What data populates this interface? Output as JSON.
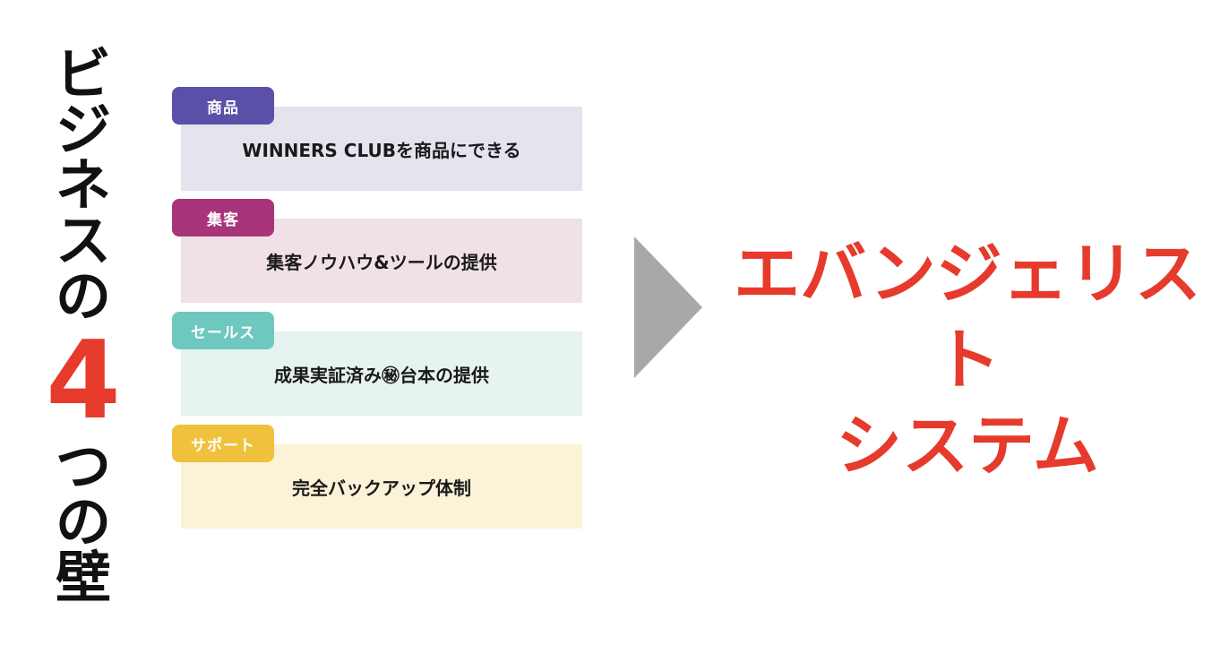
{
  "left_title": {
    "chars_top": [
      "ビ",
      "ジ",
      "ネ",
      "ス",
      "の"
    ],
    "big_number": "4",
    "chars_bottom": [
      "つ",
      "の",
      "壁"
    ]
  },
  "cards": [
    {
      "tag": "商品",
      "text": "WINNERS CLUBを商品にできる",
      "tag_color": "#5b50a8",
      "bg_color": "#e4e3ee"
    },
    {
      "tag": "集客",
      "text": "集客ノウハウ&ツールの提供",
      "tag_color": "#a8357a",
      "bg_color": "#f0e0e8"
    },
    {
      "tag": "セールス",
      "text": "成果実証済み㊙台本の提供",
      "tag_color": "#6ec8bf",
      "bg_color": "#e6f3f0"
    },
    {
      "tag": "サポート",
      "text": "完全バックアップ体制",
      "tag_color": "#f0c13c",
      "bg_color": "#fcf2d8"
    }
  ],
  "arrow_color": "#a8a8a8",
  "right_title": {
    "line1": "エバンジェリスト",
    "line2": "システム",
    "color": "#e63a2d"
  }
}
